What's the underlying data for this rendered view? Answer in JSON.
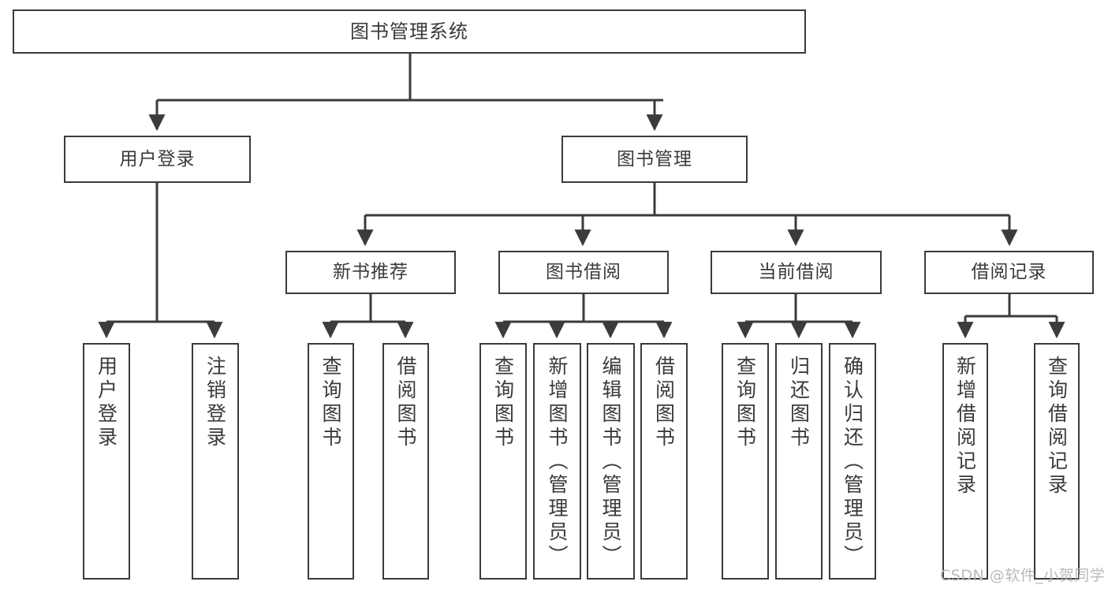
{
  "diagram": {
    "title": "图书管理系统",
    "type": "tree-hierarchy-diagram",
    "watermark": "CSDN @软件_小贺同学",
    "colors": {
      "box_border": "#3b3b3b",
      "text": "#3a3a3a",
      "connector": "#3b3b3b",
      "background": "#ffffff",
      "watermark": "#b9b9b9"
    },
    "nodes": {
      "root": {
        "label": "图书管理系统"
      },
      "level2": [
        {
          "label": "用户登录"
        },
        {
          "label": "图书管理"
        }
      ],
      "level3": [
        {
          "label": "新书推荐"
        },
        {
          "label": "图书借阅"
        },
        {
          "label": "当前借阅"
        },
        {
          "label": "借阅记录"
        }
      ],
      "leaves_user_login": [
        {
          "label": "用户登录"
        },
        {
          "label": "注销登录"
        }
      ],
      "leaves_new_book": [
        {
          "label": "查询图书"
        },
        {
          "label": "借阅图书"
        }
      ],
      "leaves_borrow": [
        {
          "label": "查询图书"
        },
        {
          "label": "新增图书（管理员）"
        },
        {
          "label": "编辑图书（管理员）"
        },
        {
          "label": "借阅图书"
        }
      ],
      "leaves_current": [
        {
          "label": "查询图书"
        },
        {
          "label": "归还图书"
        },
        {
          "label": "确认归还（管理员）"
        }
      ],
      "leaves_record": [
        {
          "label": "新增借阅记录"
        },
        {
          "label": "查询借阅记录"
        }
      ]
    }
  }
}
